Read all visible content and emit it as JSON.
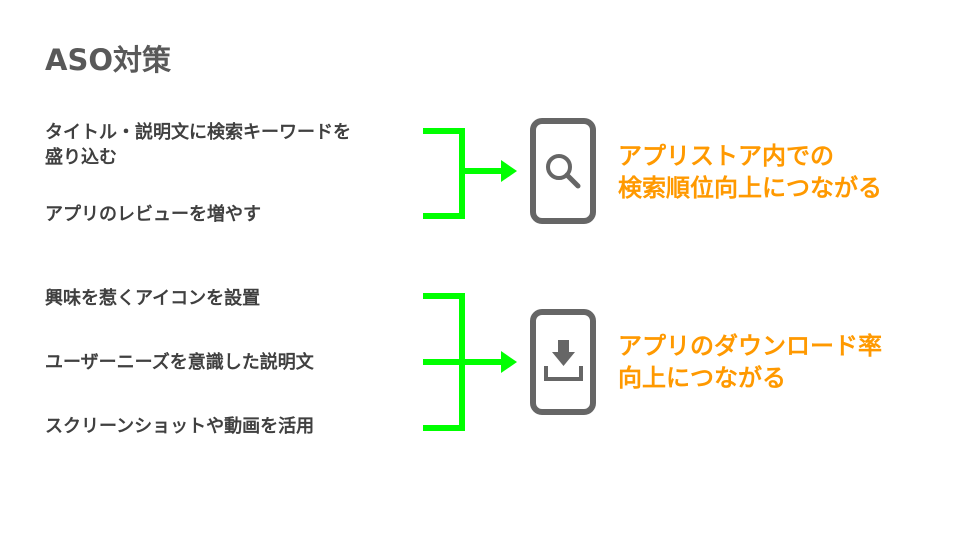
{
  "title": "ASO対策",
  "colors": {
    "bracket": "#00ff00",
    "result_text": "#ff9900",
    "phone": "#666666"
  },
  "groups": [
    {
      "items": [
        "タイトル・説明文に検索キーワードを\n盛り込む",
        "アプリのレビューを増やす"
      ],
      "icon": "search-icon",
      "result": [
        "アプリストア内での",
        "検索順位向上につながる"
      ]
    },
    {
      "items": [
        "興味を惹くアイコンを設置",
        "ユーザーニーズを意識した説明文",
        "スクリーンショットや動画を活用"
      ],
      "icon": "download-icon",
      "result": [
        "アプリのダウンロード率",
        "向上につながる"
      ]
    }
  ]
}
